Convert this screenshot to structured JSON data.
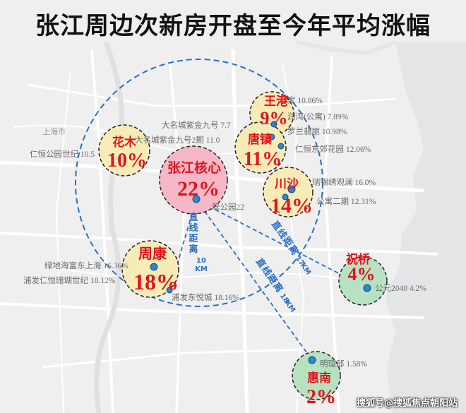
{
  "title": "张江周边次新房开盘至今年平均涨幅",
  "watermark": "搜狐号@搜狐焦点朝阳站",
  "city_label": "上海市",
  "colors": {
    "core_fill": "#f6b8c7",
    "ring_fill": "#f7ebb8",
    "green_fill": "#b6e2c2",
    "region_text": "#e0141b",
    "dash_line": "#2a6fc4",
    "label_text": "#6b6b6b"
  },
  "regions": [
    {
      "id": "huamu",
      "name": "花木",
      "pct": "10%",
      "style": "ring"
    },
    {
      "id": "zhangjiang",
      "name": "张江核心",
      "pct": "22%",
      "style": "core"
    },
    {
      "id": "wanggang",
      "name": "王港",
      "pct": "9%",
      "style": "ring"
    },
    {
      "id": "tangzhen",
      "name": "唐镇",
      "pct": "11%",
      "style": "ring"
    },
    {
      "id": "chuansha",
      "name": "川沙",
      "pct": "14%",
      "style": "ring"
    },
    {
      "id": "zhoukang",
      "name": "周康",
      "pct": "18%",
      "style": "ring"
    },
    {
      "id": "zhuqiao",
      "name": "祝桥",
      "pct": "4%",
      "style": "green"
    },
    {
      "id": "huinan",
      "name": "惠南",
      "pct": "2%",
      "style": "green"
    }
  ],
  "projects": [
    {
      "id": "p1",
      "text": "家 10.86%"
    },
    {
      "id": "p2",
      "text": "大名城紫金九号 7.7"
    },
    {
      "id": "p3",
      "text": "润湾(公寓) 7.89%"
    },
    {
      "id": "p4",
      "text": "大名城紫金九号2期 11.0"
    },
    {
      "id": "p5",
      "text": "罗兰翡丽 10.98%"
    },
    {
      "id": "p6",
      "text": "仁恒公园世纪 10.5"
    },
    {
      "id": "p7",
      "text": "仁恒东郊花园 12.06%"
    },
    {
      "id": "p8",
      "text": "瑞锦绣观澜 16.0%"
    },
    {
      "id": "p9",
      "text": "翠公园22"
    },
    {
      "id": "p10",
      "text": "公寓二期 12.31%"
    },
    {
      "id": "p11",
      "text": "绿地海富东上海 16.36%"
    },
    {
      "id": "p12",
      "text": "浦发仁恒珊瑚世纪 18.12%"
    },
    {
      "id": "p13",
      "text": "浦发东悦城 18.16%"
    },
    {
      "id": "p14",
      "text": "公元2040 4.2%"
    },
    {
      "id": "p15",
      "text": "明瑄邸 1.58%"
    }
  ],
  "routes": [
    {
      "id": "r10",
      "label_lines": [
        "直",
        "线",
        "距",
        "离"
      ],
      "dist": "10",
      "unit": "KM"
    },
    {
      "id": "r17",
      "label_lines": [
        "直",
        "线",
        "距",
        "离"
      ],
      "dist": "17",
      "unit": "KM"
    },
    {
      "id": "r18",
      "label_lines": [
        "直",
        "线",
        "距",
        "离"
      ],
      "dist": "18",
      "unit": "KM"
    }
  ]
}
